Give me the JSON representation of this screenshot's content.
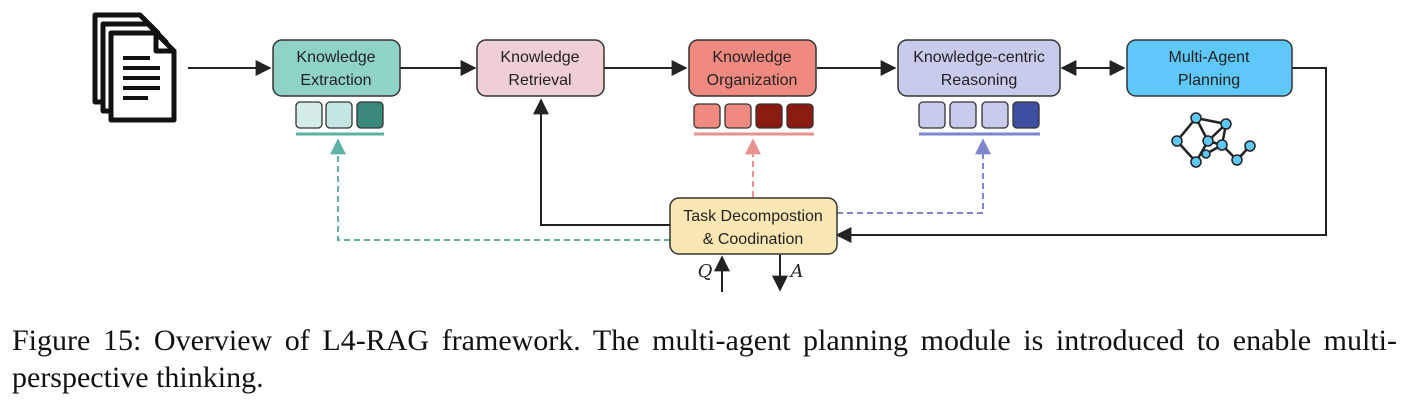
{
  "nodes": {
    "extraction": {
      "line1": "Knowledge",
      "line2": "Extraction",
      "fill": "#8fd3c6"
    },
    "retrieval": {
      "line1": "Knowledge",
      "line2": "Retrieval",
      "fill": "#efcfd3"
    },
    "organization": {
      "line1": "Knowledge",
      "line2": "Organization",
      "fill": "#f08a80"
    },
    "reasoning": {
      "line1": "Knowledge-centric",
      "line2": "Reasoning",
      "fill": "#c8cbeb"
    },
    "planning": {
      "line1": "Multi-Agent",
      "line2": "Planning",
      "fill": "#5ec8f8"
    },
    "task": {
      "line1": "Task Decompostion",
      "line2": "& Coodination",
      "fill": "#fae7b3"
    }
  },
  "io": {
    "query": "Q",
    "answer": "A"
  },
  "icons": {
    "document": "document-stack-icon",
    "graph": "agent-graph-icon"
  },
  "caption": "Figure 15: Overview of L4-RAG framework. The multi-agent planning module is introduced to enable multi-perspective thinking.",
  "colors": {
    "teal": "#5fb0a6",
    "pink": "#e8918f",
    "blue": "#7f86cf",
    "dark": "#222222"
  }
}
